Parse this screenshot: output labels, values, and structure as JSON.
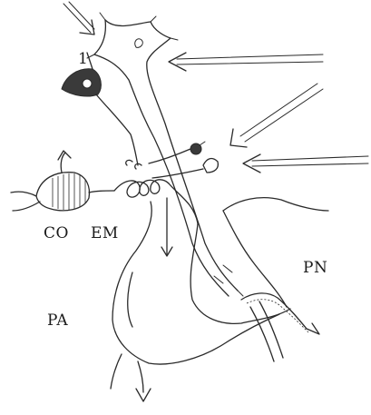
{
  "labels": {
    "co": "CO",
    "em": "EM",
    "pa": "PA",
    "pn": "PN",
    "one": "1"
  }
}
